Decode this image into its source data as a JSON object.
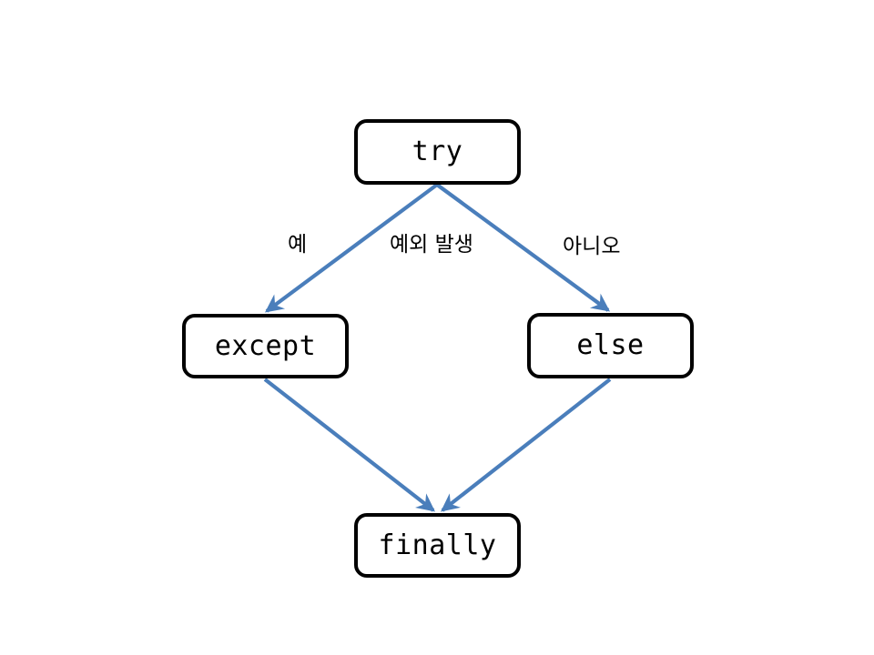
{
  "diagram": {
    "title": "try except else finally flow",
    "background_color": "#ffffff",
    "node_border_color": "#000000",
    "node_fill_color": "#ffffff",
    "edge_color": "#4a7ebb",
    "nodes": [
      {
        "id": "try",
        "label": "try"
      },
      {
        "id": "except",
        "label": "except"
      },
      {
        "id": "else",
        "label": "else"
      },
      {
        "id": "finally",
        "label": "finally"
      }
    ],
    "edge_labels": {
      "yes": "예",
      "exception": "예외 발생",
      "no": "아니오"
    },
    "edges": [
      {
        "from": "try",
        "to": "except",
        "label": "예"
      },
      {
        "from": "try",
        "to": "else",
        "label": "아니오"
      },
      {
        "from": "except",
        "to": "finally",
        "label": ""
      },
      {
        "from": "else",
        "to": "finally",
        "label": ""
      }
    ]
  }
}
